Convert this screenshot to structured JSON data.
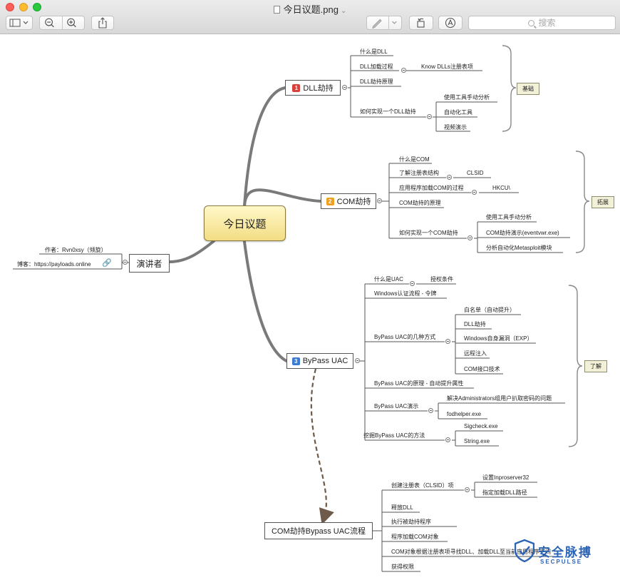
{
  "window": {
    "title": "今日议题.png",
    "search_placeholder": "搜索",
    "toolbar_icons": [
      "sidebar-icon",
      "zoom-out-icon",
      "zoom-in-icon",
      "share-icon",
      "markup-pen-icon",
      "rotate-icon",
      "annotate-icon"
    ]
  },
  "map": {
    "central": "今日议题",
    "presenter": {
      "label": "演讲者",
      "author": "作者：Rvn0xsy（倾旋）",
      "blog": "博客：https://payloads.online"
    },
    "dll": {
      "num": "1",
      "label": "DLL劫持",
      "items": {
        "what": "什么是DLL",
        "load": "DLL加载过程",
        "known": "Know DLLs注册表项",
        "principle": "DLL劫持原理",
        "howto": "如何实现一个DLL劫持",
        "manual": "使用工具手动分析",
        "auto": "自动化工具",
        "video": "视频演示"
      },
      "tag": "基础"
    },
    "com": {
      "num": "2",
      "label": "COM劫持",
      "items": {
        "what": "什么是COM",
        "reg": "了解注册表结构",
        "clsid": "CLSID",
        "appload": "应用程序加载COM的过程",
        "hkcu": "HKCU\\",
        "principle": "COM劫持的原理",
        "howto": "如何实现一个COM劫持",
        "manual": "使用工具手动分析",
        "demo": "COM劫持演示(eventvwr.exe)",
        "msf": "分析自动化Metasploit模块"
      },
      "tag": "拓展"
    },
    "uac": {
      "num": "3",
      "label": "ByPass UAC",
      "items": {
        "what": "什么是UAC",
        "cond": "授权条件",
        "auth": "Windows认证流程 - 令牌",
        "ways": "ByPass UAC的几种方式",
        "whitelist": "白名单（自动提升）",
        "dll": "DLL劫持",
        "vuln": "Windows自身漏洞（EXP）",
        "inject": "远程注入",
        "com": "COM接口技术",
        "principle": "ByPass UAC的原理 - 自动提升属性",
        "demo": "ByPass UAC演示",
        "admin": "解决Administrators组用户扒取密码的问题",
        "fod": "fodhelper.exe",
        "dig": "挖掘ByPass UAC的方法",
        "sig": "Sigcheck.exe",
        "str": "String.exe"
      },
      "tag": "了解"
    },
    "flow": {
      "label": "COM劫持Bypass UAC流程",
      "items": {
        "create": "创建注册表（CLSID）项",
        "inproc": "设置Inproserver32",
        "path": "指定加载DLL路径",
        "release": "释放DLL",
        "exec": "执行被劫持程序",
        "load": "程序加载COM对象",
        "find": "COM对象根据注册表项寻找DLL、加载DLL至当前应用程序空间",
        "gain": "获得权限"
      }
    }
  },
  "watermark": {
    "brand": "安全脉搏",
    "sub": "SECPULSE"
  },
  "colors": {
    "num1": "#d9413a",
    "num2": "#f0a020",
    "num3": "#3a7bd5",
    "central_fill": "#f6e69a",
    "branch_line": "#7a7a7a",
    "watermark": "#2b63b5"
  }
}
